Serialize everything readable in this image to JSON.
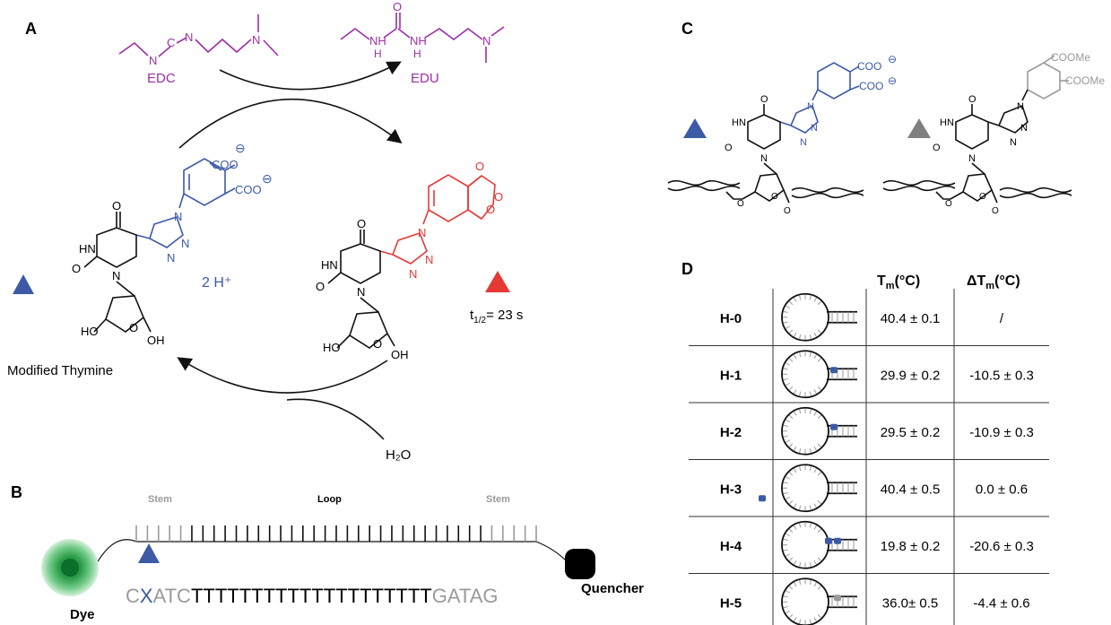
{
  "panels": {
    "a": "A",
    "b": "B",
    "c": "C",
    "d": "D"
  },
  "panel_a": {
    "reagent": "EDC",
    "product": "EDU",
    "protons": "2 H⁺",
    "water": "H₂O",
    "half_life_prefix": "t",
    "half_life_sub": "1/2",
    "half_life_suffix": "= 23 s",
    "modified_label": "Modified Thymine",
    "atoms": {
      "o": "O",
      "hn": "HN",
      "n": "N",
      "nh": "NH",
      "h": "H",
      "ho": "HO",
      "oh": "OH",
      "coo": "COO",
      "minus": "⊖",
      "c_eq": "C"
    }
  },
  "panel_b": {
    "stem_left": "Stem",
    "loop": "Loop",
    "stem_right": "Stem",
    "dye": "Dye",
    "quencher": "Quencher",
    "seq_c": "C",
    "seq_x": "X",
    "seq_atc": "ATC",
    "seq_loop": "TTTTTTTTTTTTTTTTTTTT",
    "seq_end": "GATAG"
  },
  "panel_c": {
    "coome": "COOMe"
  },
  "table": {
    "headers": {
      "tm": "T",
      "tm_sub": "m",
      "tm_unit": "(°C)",
      "dtm": "ΔT",
      "dtm_sub": "m",
      "dtm_unit": "(°C)"
    },
    "rows": [
      {
        "id": "H-0",
        "tm": "40.4 ± 0.1",
        "dtm": "/"
      },
      {
        "id": "H-1",
        "tm": "29.9 ± 0.2",
        "dtm": "-10.5 ± 0.3"
      },
      {
        "id": "H-2",
        "tm": "29.5 ± 0.2",
        "dtm": "-10.9 ± 0.3"
      },
      {
        "id": "H-3",
        "tm": "40.4 ± 0.5",
        "dtm": "0.0 ± 0.6"
      },
      {
        "id": "H-4",
        "tm": "19.8 ± 0.2",
        "dtm": "-20.6 ± 0.3"
      },
      {
        "id": "H-5",
        "tm": "36.0± 0.5",
        "dtm": "-4.4 ± 0.6"
      }
    ]
  },
  "colors": {
    "purple": "#9b2fa5",
    "blue": "#3c5aa6",
    "red": "#e53935",
    "grey": "#9a9a9a",
    "dye_green": "#2e9e4a"
  }
}
